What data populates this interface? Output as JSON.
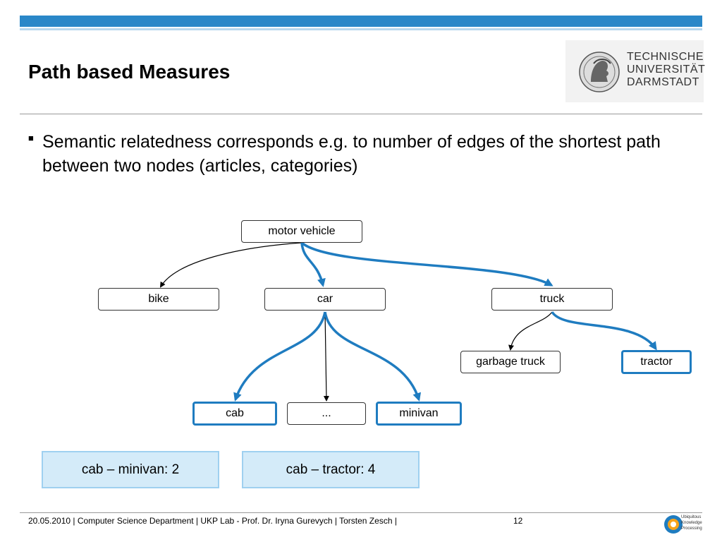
{
  "header": {
    "title": "Path based Measures",
    "logo_lines": [
      "TECHNISCHE",
      "UNIVERSITÄT",
      "DARMSTADT"
    ]
  },
  "content": {
    "bullet": "Semantic relatedness corresponds e.g. to number of edges of the shortest path between two nodes (articles, categories)"
  },
  "diagram": {
    "nodes": {
      "motor_vehicle": "motor vehicle",
      "bike": "bike",
      "car": "car",
      "truck": "truck",
      "garbage_truck": "garbage truck",
      "tractor": "tractor",
      "cab": "cab",
      "ellipsis": "...",
      "minivan": "minivan"
    },
    "results": {
      "cab_minivan": "cab – minivan: 2",
      "cab_tractor": "cab – tractor: 4"
    },
    "colors": {
      "highlight": "#1f7cc0",
      "edge": "#000000",
      "result_bg": "#d4ebf9"
    }
  },
  "footer": {
    "text": "20.05.2010  |  Computer Science Department   |   UKP Lab  -  Prof. Dr. Iryna Gurevych   | Torsten Zesch |",
    "page": "12",
    "ukp_lines": [
      "Ubiquitous",
      "Knowledge",
      "Processing"
    ]
  }
}
